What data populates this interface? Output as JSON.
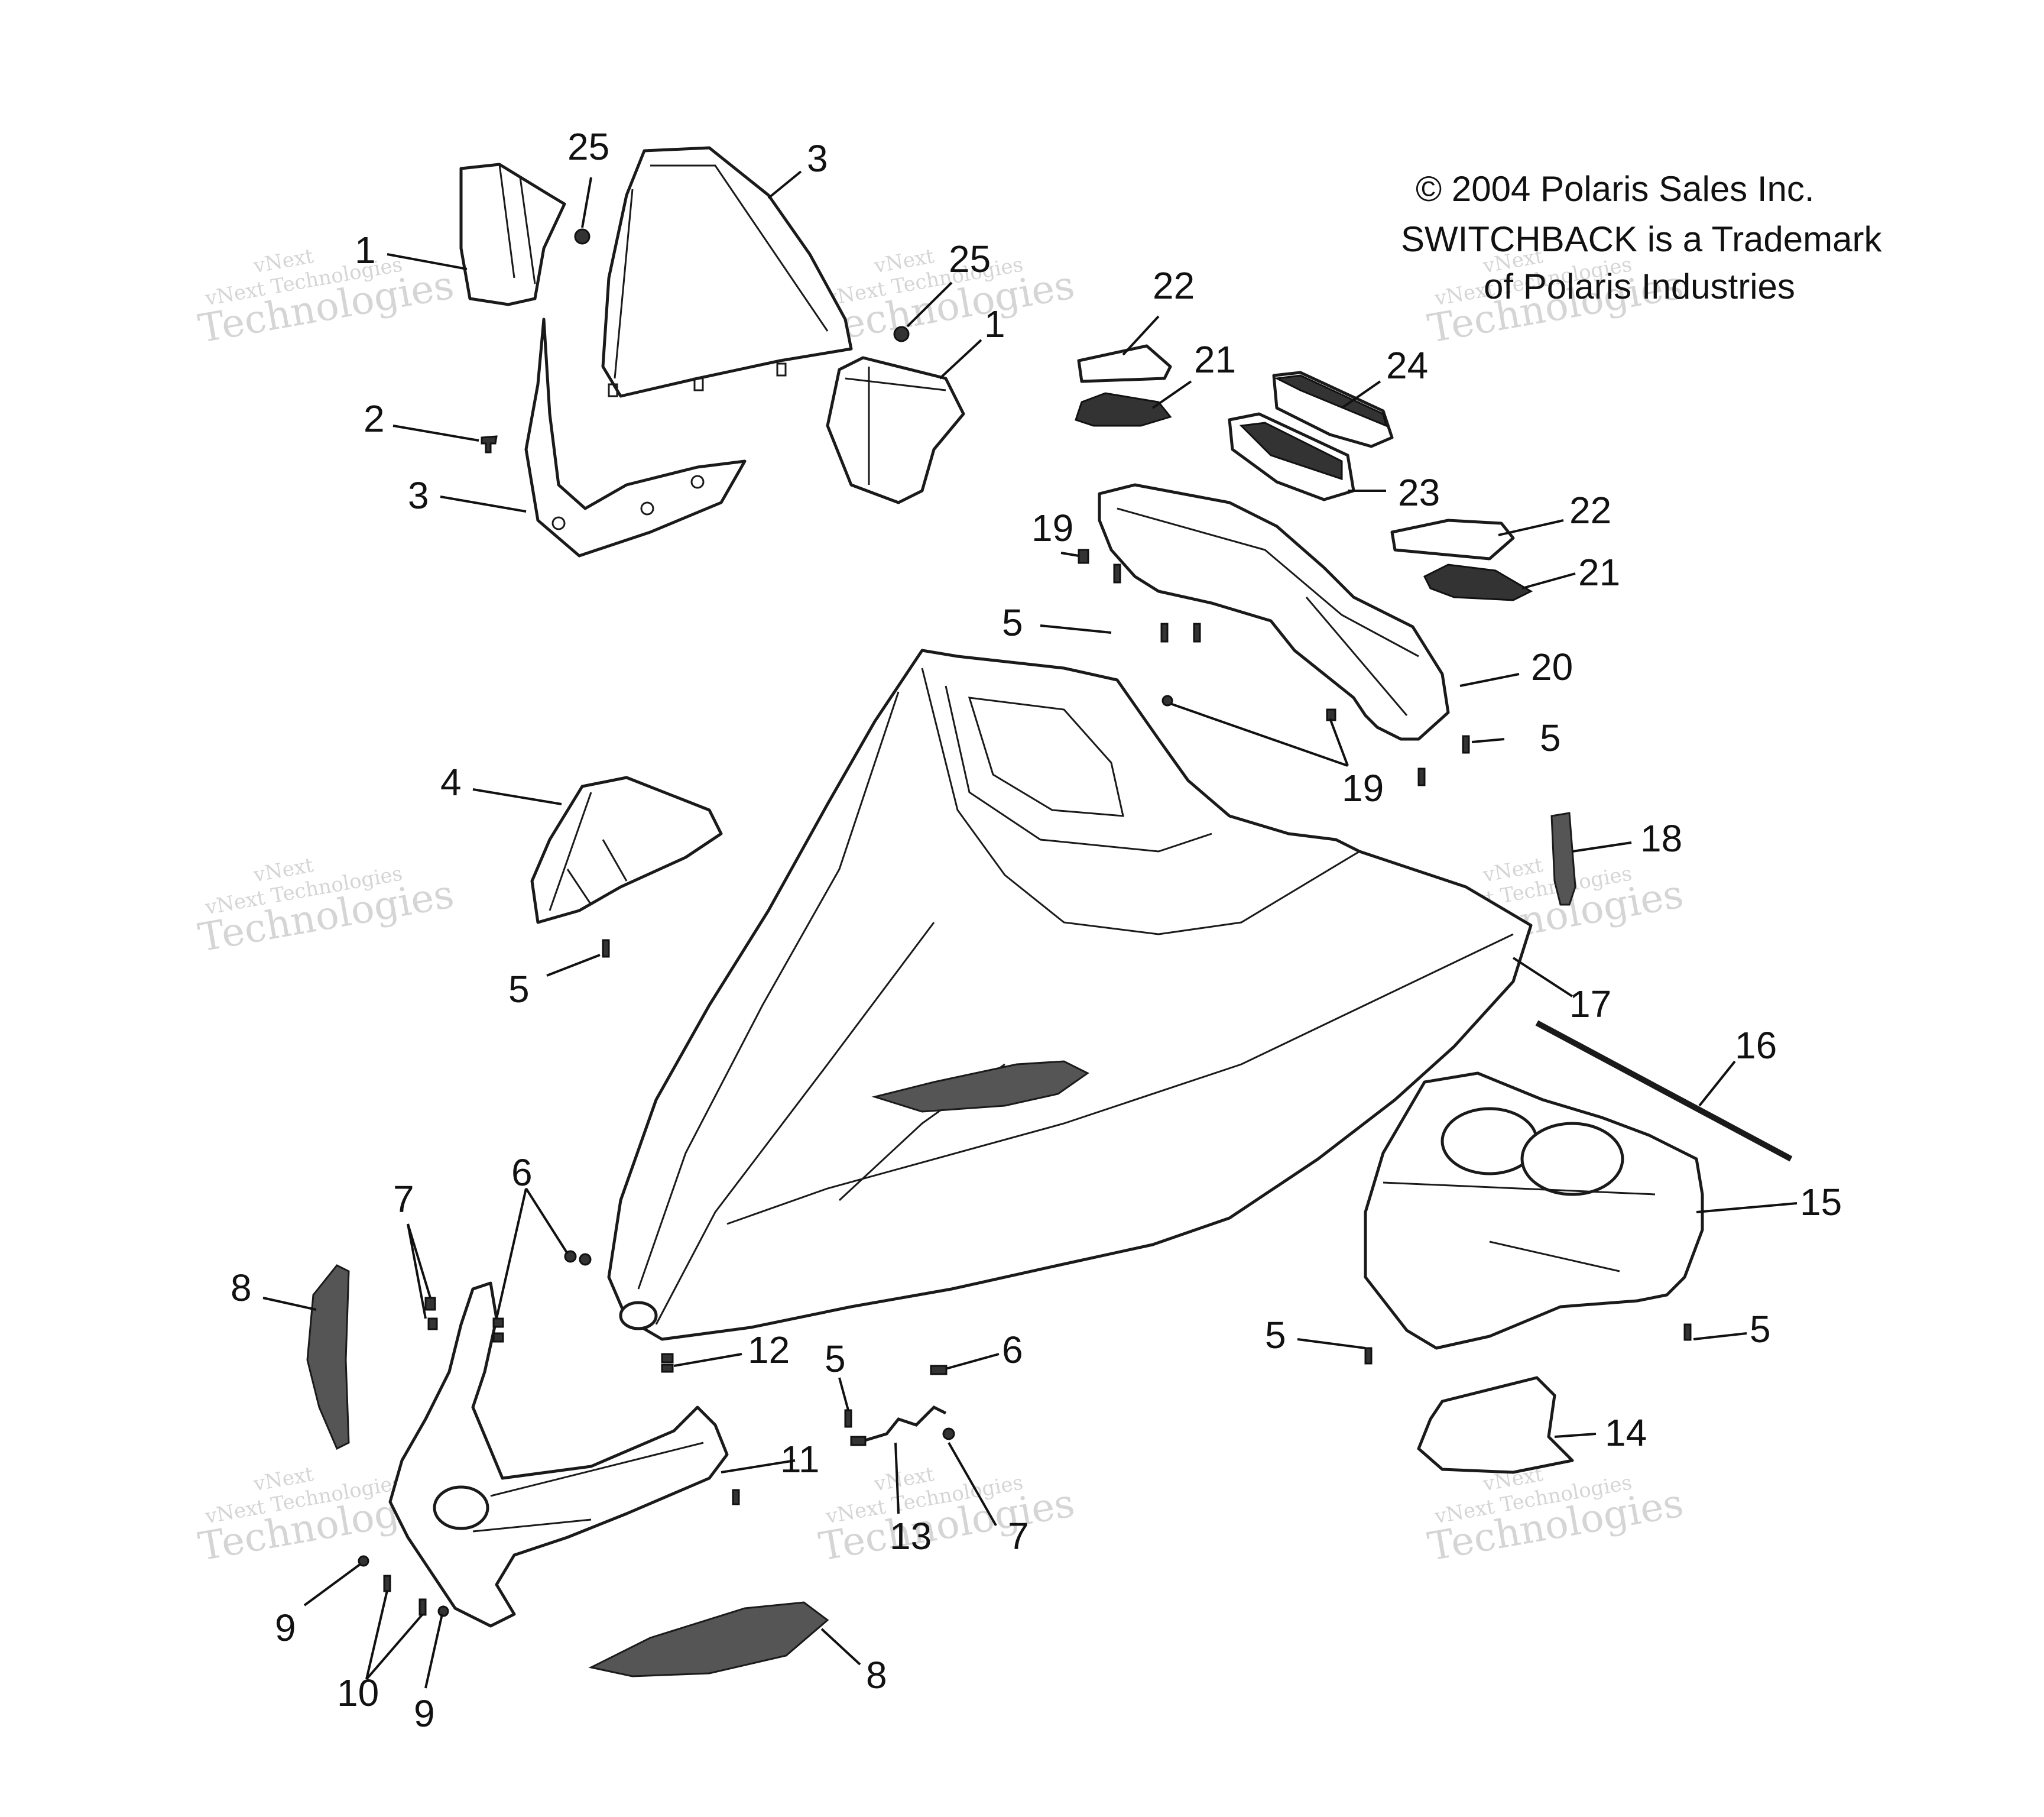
{
  "copyright": {
    "line1": "© 2004 Polaris Sales Inc.",
    "line2": "SWITCHBACK is a Trademark",
    "line3": "of Polaris Industries"
  },
  "watermark": {
    "brand_small": "vNext Technologies",
    "brand_big": "Technologies",
    "brand_top": "vNext"
  },
  "callouts": [
    {
      "id": "c1a",
      "label": "1"
    },
    {
      "id": "c25a",
      "label": "25"
    },
    {
      "id": "c3a",
      "label": "3"
    },
    {
      "id": "c25b",
      "label": "25"
    },
    {
      "id": "c1b",
      "label": "1"
    },
    {
      "id": "c2",
      "label": "2"
    },
    {
      "id": "c3b",
      "label": "3"
    },
    {
      "id": "c22a",
      "label": "22"
    },
    {
      "id": "c21a",
      "label": "21"
    },
    {
      "id": "c24",
      "label": "24"
    },
    {
      "id": "c23",
      "label": "23"
    },
    {
      "id": "c22b",
      "label": "22"
    },
    {
      "id": "c21b",
      "label": "21"
    },
    {
      "id": "c19a",
      "label": "19"
    },
    {
      "id": "c5a",
      "label": "5"
    },
    {
      "id": "c20",
      "label": "20"
    },
    {
      "id": "c5b",
      "label": "5"
    },
    {
      "id": "c19b",
      "label": "19"
    },
    {
      "id": "c4",
      "label": "4"
    },
    {
      "id": "c18",
      "label": "18"
    },
    {
      "id": "c5c",
      "label": "5"
    },
    {
      "id": "c17",
      "label": "17"
    },
    {
      "id": "c16",
      "label": "16"
    },
    {
      "id": "c15",
      "label": "15"
    },
    {
      "id": "c7a",
      "label": "7"
    },
    {
      "id": "c6a",
      "label": "6"
    },
    {
      "id": "c8a",
      "label": "8"
    },
    {
      "id": "c5d",
      "label": "5"
    },
    {
      "id": "c5e",
      "label": "5"
    },
    {
      "id": "c12",
      "label": "12"
    },
    {
      "id": "c5f",
      "label": "5"
    },
    {
      "id": "c6b",
      "label": "6"
    },
    {
      "id": "c11",
      "label": "11"
    },
    {
      "id": "c14",
      "label": "14"
    },
    {
      "id": "c13",
      "label": "13"
    },
    {
      "id": "c7b",
      "label": "7"
    },
    {
      "id": "c9a",
      "label": "9"
    },
    {
      "id": "c10",
      "label": "10"
    },
    {
      "id": "c9b",
      "label": "9"
    },
    {
      "id": "c8b",
      "label": "8"
    }
  ]
}
